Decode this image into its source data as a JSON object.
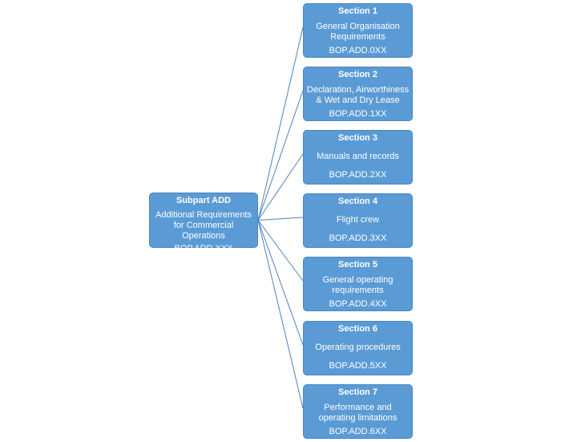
{
  "root": {
    "title": "Subpart ADD",
    "description": "Additional Requirements\nfor Commercial Operations",
    "code": "BOP.ADD.XXX"
  },
  "sections": [
    {
      "title": "Section 1",
      "description": "General Organisation\nRequirements",
      "code": "BOP.ADD.0XX"
    },
    {
      "title": "Section 2",
      "description": "Declaration, Airworthiness\n& Wet and Dry Lease",
      "code": "BOP.ADD.1XX"
    },
    {
      "title": "Section 3",
      "description": "Manuals and records",
      "code": "BOP.ADD.2XX"
    },
    {
      "title": "Section 4",
      "description": "Flight crew",
      "code": "BOP.ADD.3XX"
    },
    {
      "title": "Section 5",
      "description": "General operating\nrequirements",
      "code": "BOP.ADD.4XX"
    },
    {
      "title": "Section 6",
      "description": "Operating procedures",
      "code": "BOP.ADD.5XX"
    },
    {
      "title": "Section 7",
      "description": "Performance and\noperating limitations",
      "code": "BOP.ADD.6XX"
    }
  ],
  "colors": {
    "node_fill": "#5b9bd5",
    "node_border": "#4a86bf",
    "connector": "#4f81bd",
    "text": "#ffffff"
  }
}
